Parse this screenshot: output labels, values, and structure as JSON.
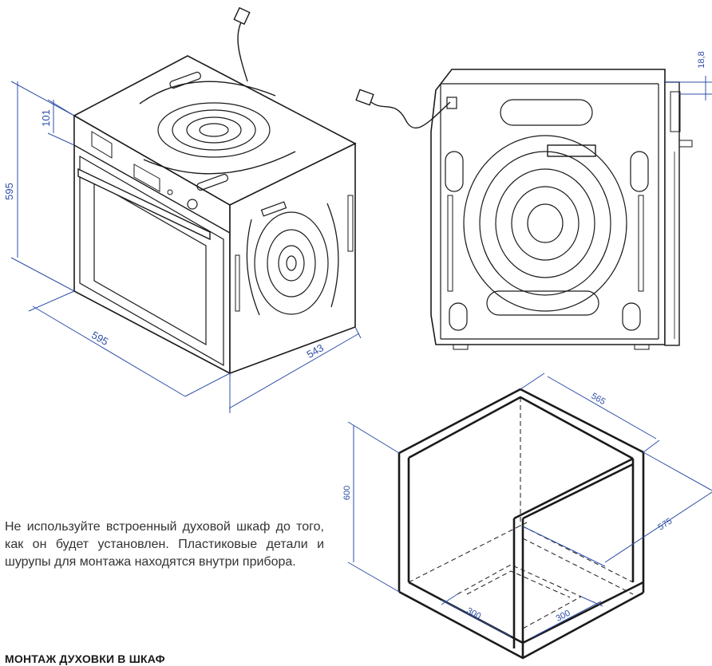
{
  "colors": {
    "line": "#1a1a1a",
    "dimension": "#2f4fa8",
    "text": "#333333"
  },
  "oven_iso": {
    "dim_height": "595",
    "dim_panel": "101",
    "dim_width": "595",
    "dim_depth": "543"
  },
  "oven_side": {
    "dim_door": "18,8"
  },
  "cabinet": {
    "dim_height": "600",
    "dim_width": "565",
    "dim_depth": "575",
    "dim_cutout_left": "300",
    "dim_cutout_right": "300"
  },
  "note": {
    "text": "Не используйте встроенный духовой шкаф до того, как он будет установлен. Пластиковые детали и шурупы для монтажа находятся внутри прибора."
  },
  "section": {
    "heading": "МОНТАЖ ДУХОВКИ В ШКАФ"
  }
}
